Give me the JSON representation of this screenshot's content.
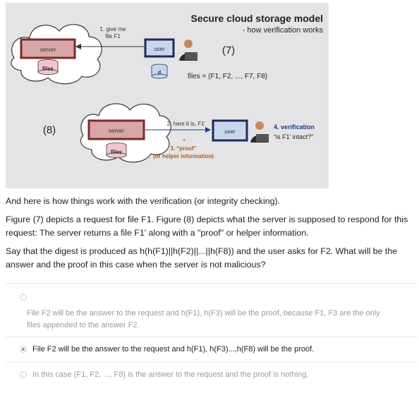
{
  "figure": {
    "title": "Secure cloud storage model",
    "subtitle": "- how verification works",
    "server_label": "server",
    "files_label": "files",
    "user_label": "user",
    "disk_label": "d",
    "step1": "1. give me",
    "step1b": "file F1",
    "num7": "(7)",
    "num8": "(8)",
    "files_eq": "files = (F1, F2, ..., F7, F8)",
    "step2": "2. here it is, F1'",
    "plus": "+",
    "step3": "3. “proof”",
    "step3b": "(or helper information)",
    "verif": "4. verification",
    "verif_q": "“is F1’ intact?”"
  },
  "text": {
    "intro": "And here is how things work with the verification (or integrity checking).",
    "fig_desc": "Figure (7) depicts a request for file F1. Figure (8) depicts what the server is supposed to respond for this request: The server returns a file F1' along with a \"proof\" or helper information.",
    "question": "Say that the digest is produced as h(h(F1)||h(F2)||...||h(F8)) and the user asks for F2. What will be the answer and the proof in this case when the server is not malicious?"
  },
  "options": [
    {
      "text": "File F2 will be the answer to the request and h(F1), h(F3) will be the proof, because F1, F3 are the only files appended to the answer F2.",
      "selected": false
    },
    {
      "text": "File F2 will be the answer to the request and h(F1), h(F3)...,h(F8) will be the proof.",
      "selected": true
    },
    {
      "text": "In this case (F1, F2, ..., F8) is the answer to the request and the proof is nothing.",
      "selected": false
    }
  ]
}
